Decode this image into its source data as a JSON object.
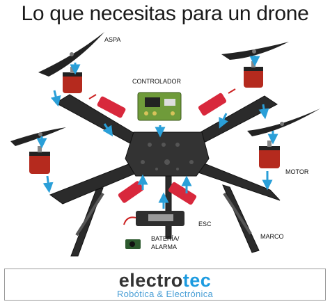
{
  "title": "Lo que necesitas para un drone",
  "labels": {
    "aspa": "ASPA",
    "controlador": "CONTROLADOR",
    "motor": "MOTOR",
    "esc": "ESC",
    "bateria_line1": "BATERÍA/",
    "bateria_line2": "ALARMA",
    "marco": "MARCO"
  },
  "footer": {
    "brand_prefix": "electro",
    "brand_suffix": "tec",
    "tagline": "Robótica & Electrónica"
  },
  "colors": {
    "arrow": "#2a9fd8",
    "frame": "#2b2b2b",
    "motor_red": "#b52a1e",
    "esc_red": "#d8283c",
    "board_green": "#6f9b3a",
    "brand_accent": "#1c9be0"
  }
}
